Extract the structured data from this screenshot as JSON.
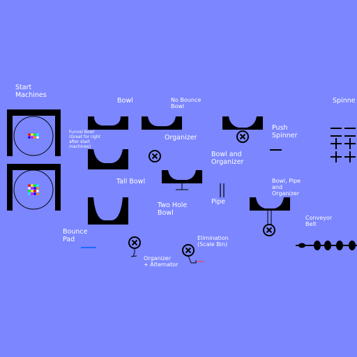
{
  "canvas": {
    "background": "#7b86ff",
    "ink": "#000000",
    "text_color": "#ffffff"
  },
  "labels": {
    "start_machines": "Start\nMachines",
    "bowl": "Bowl",
    "no_bounce_bowl": "No Bounce\nBowl",
    "spinner": "Spinne",
    "funnel_bowl": "Funnel Bowl\n(Great for right\nafter start\nmachines)",
    "organizer": "Organizer",
    "push_spinner": "Push\nSpinner",
    "bowl_and_organizer": "Bowl and\nOrganizer",
    "tall_bowl": "Tall Bowl",
    "bowl_pipe_organizer": "Bowl, Pipe\nand\nOrganizer",
    "pipe": "Pipe",
    "two_hole_bowl": "Two Hole\nBowl",
    "conveyor_belt": "Conveyor\nBelt",
    "bounce_pad": "Bounce\nPad",
    "elimination": "Elimination\n(Scale Bin)",
    "organizer_alternator": "Organizer\n+ Alternator"
  },
  "start_machines": {
    "machine_1_balls": [
      "#ff0000",
      "#ffff00",
      "#00ff00",
      "#00ffff",
      "#0000ff",
      "#ff00ff",
      "#ff8800",
      "#ffffff"
    ],
    "machine_2_balls": [
      "#ff0000",
      "#ffff00",
      "#00ff00",
      "#00ffff",
      "#ffffff",
      "#ff00ff",
      "#0000ff",
      "#ff8800",
      "#00ff00",
      "#ffff00",
      "#ff0000",
      "#ffffff",
      "#00ffff",
      "#ff00ff",
      "#0000ff",
      "#ff8800"
    ]
  },
  "accents": {
    "bounce_pad": "#1e6bff",
    "elimination_marker": "#ff3355"
  }
}
